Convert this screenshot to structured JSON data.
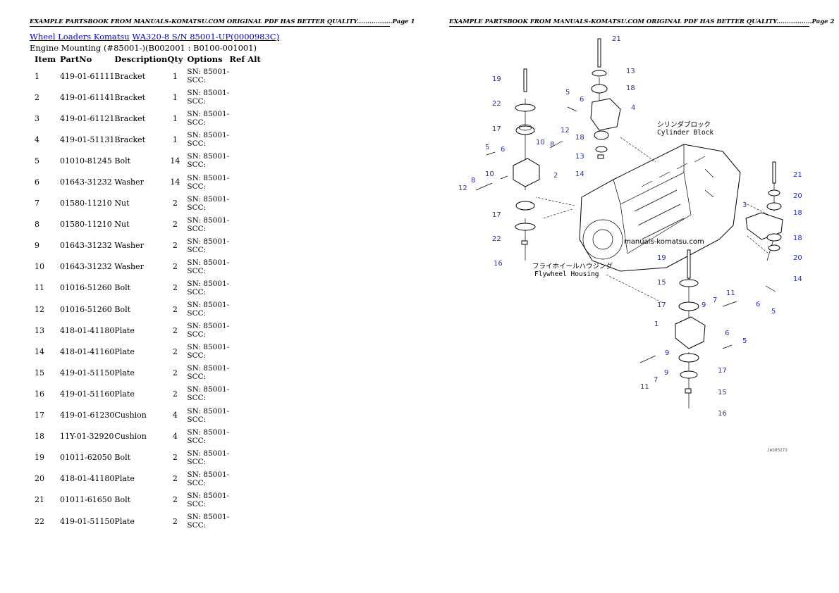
{
  "header": {
    "page1": "EXAMPLE PARTSBOOK FROM MANUALS-KOMATSU.COM ORIGINAL PDF HAS BETTER QUALITY.................Page 1",
    "page2": "EXAMPLE PARTSBOOK FROM MANUALS-KOMATSU.COM ORIGINAL PDF HAS BETTER QUALITY.................Page 2"
  },
  "breadcrumb": {
    "category": "Wheel Loaders Komatsu",
    "model": "WA320-8 S/N 85001-UP(0000983C)"
  },
  "subtitle": "Engine Mounting (#85001-)(B002001 : B0100-001001)",
  "table": {
    "headers": {
      "item": "Item",
      "partno": "PartNo",
      "description": "Description",
      "qty": "Qty",
      "options": "Options",
      "refalt": "Ref Alt"
    },
    "rows": [
      {
        "item": "1",
        "partno": "419-01-61111",
        "desc": "Bracket",
        "qty": "1",
        "opt": "SN: 85001-SCC:"
      },
      {
        "item": "2",
        "partno": "419-01-61141",
        "desc": "Bracket",
        "qty": "1",
        "opt": "SN: 85001-SCC:"
      },
      {
        "item": "3",
        "partno": "419-01-61121",
        "desc": "Bracket",
        "qty": "1",
        "opt": "SN: 85001-SCC:"
      },
      {
        "item": "4",
        "partno": "419-01-51131",
        "desc": "Bracket",
        "qty": "1",
        "opt": "SN: 85001-SCC:"
      },
      {
        "item": "5",
        "partno": "01010-81245",
        "desc": "Bolt",
        "qty": "14",
        "opt": "SN: 85001-SCC:"
      },
      {
        "item": "6",
        "partno": "01643-31232",
        "desc": "Washer",
        "qty": "14",
        "opt": "SN: 85001-SCC:"
      },
      {
        "item": "7",
        "partno": "01580-11210",
        "desc": "Nut",
        "qty": "2",
        "opt": "SN: 85001-SCC:"
      },
      {
        "item": "8",
        "partno": "01580-11210",
        "desc": "Nut",
        "qty": "2",
        "opt": "SN: 85001-SCC:"
      },
      {
        "item": "9",
        "partno": "01643-31232",
        "desc": "Washer",
        "qty": "2",
        "opt": "SN: 85001-SCC:"
      },
      {
        "item": "10",
        "partno": "01643-31232",
        "desc": "Washer",
        "qty": "2",
        "opt": "SN: 85001-SCC:"
      },
      {
        "item": "11",
        "partno": "01016-51260",
        "desc": "Bolt",
        "qty": "2",
        "opt": "SN: 85001-SCC:"
      },
      {
        "item": "12",
        "partno": "01016-51260",
        "desc": "Bolt",
        "qty": "2",
        "opt": "SN: 85001-SCC:"
      },
      {
        "item": "13",
        "partno": "418-01-41180",
        "desc": "Plate",
        "qty": "2",
        "opt": "SN: 85001-SCC:"
      },
      {
        "item": "14",
        "partno": "418-01-41160",
        "desc": "Plate",
        "qty": "2",
        "opt": "SN: 85001-SCC:"
      },
      {
        "item": "15",
        "partno": "419-01-51150",
        "desc": "Plate",
        "qty": "2",
        "opt": "SN: 85001-SCC:"
      },
      {
        "item": "16",
        "partno": "419-01-51160",
        "desc": "Plate",
        "qty": "2",
        "opt": "SN: 85001-SCC:"
      },
      {
        "item": "17",
        "partno": "419-01-61230",
        "desc": "Cushion",
        "qty": "4",
        "opt": "SN: 85001-SCC:"
      },
      {
        "item": "18",
        "partno": "11Y-01-32920",
        "desc": "Cushion",
        "qty": "4",
        "opt": "SN: 85001-SCC:"
      },
      {
        "item": "19",
        "partno": "01011-62050",
        "desc": "Bolt",
        "qty": "2",
        "opt": "SN: 85001-SCC:"
      },
      {
        "item": "20",
        "partno": "418-01-41180",
        "desc": "Plate",
        "qty": "2",
        "opt": "SN: 85001-SCC:"
      },
      {
        "item": "21",
        "partno": "01011-61650",
        "desc": "Bolt",
        "qty": "2",
        "opt": "SN: 85001-SCC:"
      },
      {
        "item": "22",
        "partno": "419-01-51150",
        "desc": "Plate",
        "qty": "2",
        "opt": "SN: 85001-SCC:"
      }
    ]
  },
  "diagram": {
    "label_cylinder_jp": "シリンダブロック",
    "label_cylinder_en": "Cylinder Block",
    "label_flywheel_jp": "フライホイールハウジング",
    "label_flywheel_en": "Flywheel Housing",
    "watermark": "manuals-komatsu.com",
    "drawing_code": "JAS05273"
  }
}
